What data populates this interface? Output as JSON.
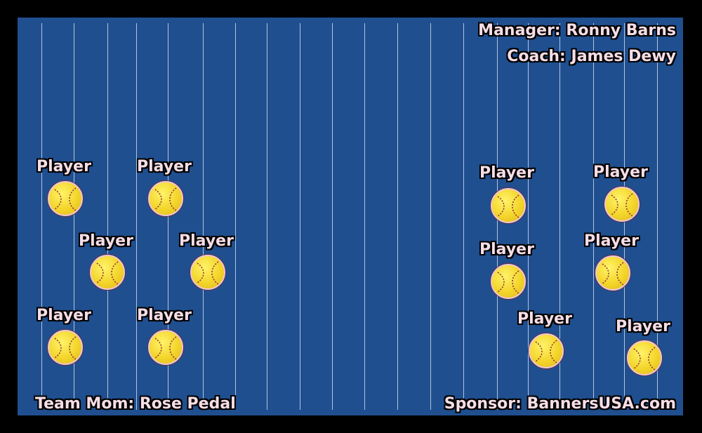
{
  "banner": {
    "manager": "Manager: Ronny Barns",
    "coach": "Coach: James Dewy",
    "team_mom": "Team Mom: Rose Pedal",
    "sponsor": "Sponsor: BannersUSA.com"
  },
  "players": [
    {
      "label": "Player"
    },
    {
      "label": "Player"
    },
    {
      "label": "Player"
    },
    {
      "label": "Player"
    },
    {
      "label": "Player"
    },
    {
      "label": "Player"
    },
    {
      "label": "Player"
    },
    {
      "label": "Player"
    },
    {
      "label": "Player"
    },
    {
      "label": "Player"
    },
    {
      "label": "Player"
    },
    {
      "label": "Player"
    }
  ],
  "colors": {
    "background": "#000000",
    "banner": "#1f4f8f",
    "text": "#f6dde6",
    "ball": "#f3d52a",
    "stitch": "#8a2b3c"
  },
  "icon": "softball-icon"
}
